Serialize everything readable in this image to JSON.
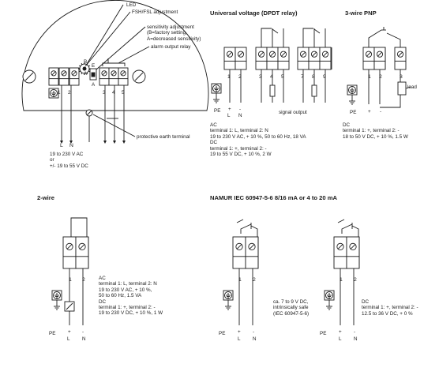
{
  "housing": {
    "callouts": {
      "led": "LED",
      "fsh_fsl": "FSH/FSL adjustment",
      "sensitivity": "sensitivity adjustment\n(B=factory setting,\nA=decreased sensitivity)",
      "alarm_relay": "alarm output relay",
      "protective_earth": "protective earth terminal"
    },
    "dial_labels": [
      "B",
      "A"
    ],
    "knob_labels": [
      "E",
      "A"
    ],
    "terminal_numbers": [
      "1",
      "2",
      "3",
      "4",
      "5"
    ],
    "supply_labels": [
      "L",
      "N"
    ],
    "supply_text": "19 to 230 V AC\nor\n+/- 19 to 55 V DC"
  },
  "dpdt": {
    "title": "Universal voltage (DPDT relay)",
    "terminal_numbers": [
      "1",
      "2",
      "3",
      "4",
      "5",
      "7",
      "8",
      "9"
    ],
    "pe_label": "PE",
    "polarity": [
      "+",
      "-"
    ],
    "ln": [
      "L",
      "N"
    ],
    "signal_output": "signal output",
    "spec": "AC\nterminal 1: L, terminal 2: N\n19 to 230 V AC, + 10 %, 50 to 60 Hz, 18 VA\nDC\nterminal 1: +, terminal 2: -\n19 to 55 V DC, + 10 %, 2 W"
  },
  "pnp": {
    "title": "3-wire PNP",
    "terminal_numbers": [
      "1",
      "2",
      "3"
    ],
    "pe_label": "PE",
    "polarity": [
      "+",
      "-"
    ],
    "load": "load",
    "spec": "DC\nterminal 1: +, terminal 2: -\n18 to 50 V DC, + 10 %, 1.5 W"
  },
  "two_wire": {
    "title": "2-wire",
    "terminal_numbers": [
      "1",
      "2"
    ],
    "pe_label": "PE",
    "polarity": [
      "+",
      "-"
    ],
    "ln": [
      "L",
      "N"
    ],
    "spec": "AC\nterminal 1: L, terminal 2: N\n19 to 230 V AC, + 10 %,\n50 to 60 Hz, 1.5 VA\nDC\nterminal 1: +, terminal 2: -\n19 to 230 V DC, + 10 %, 1 W"
  },
  "namur": {
    "title": "NAMUR IEC 60947-5-6 8/16 mA or 4 to 20 mA",
    "left": {
      "terminal_numbers": [
        "1",
        "2"
      ],
      "pe_label": "PE",
      "polarity": [
        "+",
        "-"
      ],
      "ln": [
        "L",
        "N"
      ],
      "spec": "ca. 7 to 9 V DC,\nintrinsically safe\n(IEC 60947-5-6)"
    },
    "right": {
      "terminal_numbers": [
        "1",
        "2"
      ],
      "pe_label": "PE",
      "polarity": [
        "+",
        "-"
      ],
      "ln": [
        "L",
        "N"
      ],
      "spec": "DC\nterminal 1: +, terminal 2: -\n12.5 to 36 V DC, + 0 %"
    }
  }
}
